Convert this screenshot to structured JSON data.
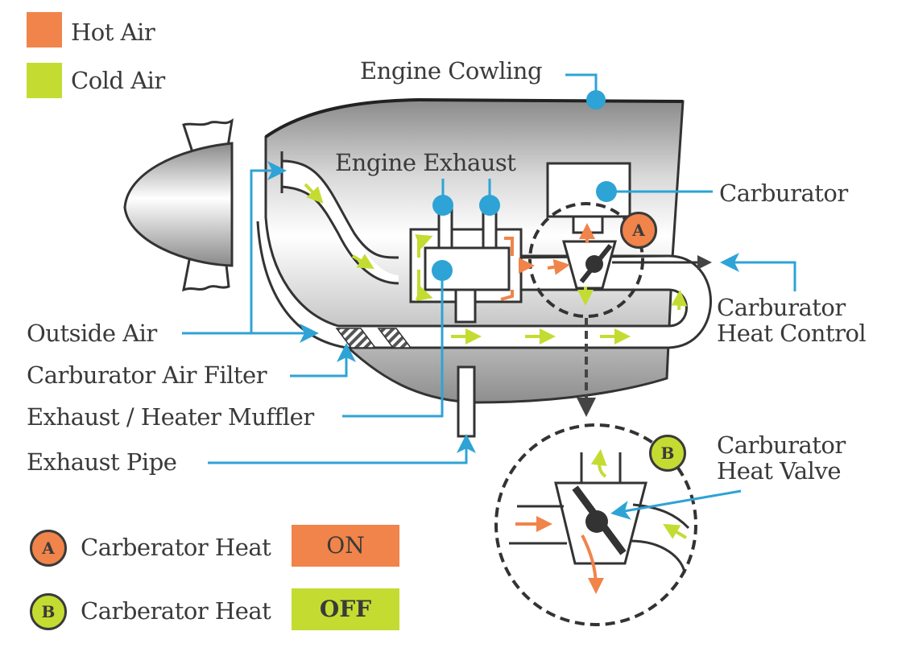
{
  "colors": {
    "hot_air": "#f0844a",
    "cold_air": "#c4dc32",
    "callout": "#2ea3d6",
    "outline": "#333333"
  },
  "legend": [
    {
      "label": "Hot Air",
      "color_key": "hot_air"
    },
    {
      "label": "Cold Air",
      "color_key": "cold_air"
    }
  ],
  "callouts": {
    "engine_cowling": "Engine Cowling",
    "engine_exhaust": "Engine Exhaust",
    "carburator": "Carburator",
    "carburator_heat_control_line1": "Carburator",
    "carburator_heat_control_line2": "Heat Control",
    "outside_air": "Outside Air",
    "carburator_air_filter": "Carburator Air Filter",
    "exhaust_heater_muffler": "Exhaust / Heater Muffler",
    "exhaust_pipe": "Exhaust Pipe",
    "carburator_heat_valve_line1": "Carburator",
    "carburator_heat_valve_line2": "Heat Valve"
  },
  "states": [
    {
      "badge": "A",
      "label": "Carberator Heat",
      "value": "ON",
      "color_key": "hot_air"
    },
    {
      "badge": "B",
      "label": "Carberator Heat",
      "value": "OFF",
      "color_key": "cold_air"
    }
  ]
}
